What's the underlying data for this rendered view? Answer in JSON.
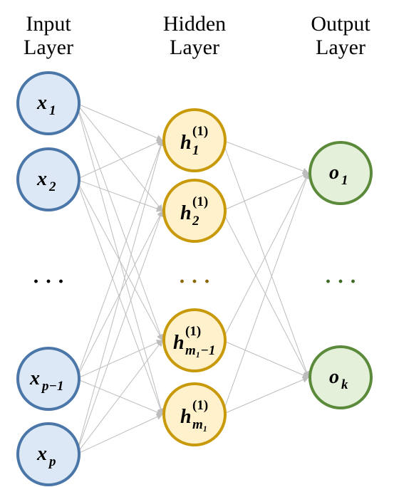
{
  "headers": {
    "input": [
      "Input",
      "Layer"
    ],
    "hidden": [
      "Hidden",
      "Layer"
    ],
    "output": [
      "Output",
      "Layer"
    ]
  },
  "layers": {
    "input": {
      "fill": "#dce8f6",
      "stroke": "#4a76a8",
      "nodes": [
        {
          "base": "x",
          "sub": "1",
          "sup": ""
        },
        {
          "base": "x",
          "sub": "2",
          "sup": ""
        },
        {
          "base": "x",
          "sub": "p−1",
          "sup": ""
        },
        {
          "base": "x",
          "sub": "p",
          "sup": ""
        }
      ],
      "ellipsis": "· · ·",
      "ellipsis_color": "#000000"
    },
    "hidden": {
      "fill": "#fff1cc",
      "stroke": "#c89a0a",
      "nodes": [
        {
          "base": "h",
          "sub": "1",
          "sup": "(1)"
        },
        {
          "base": "h",
          "sub": "2",
          "sup": "(1)"
        },
        {
          "base": "h",
          "sub": "m₁−1",
          "sup": "(1)"
        },
        {
          "base": "h",
          "sub": "m₁",
          "sup": "(1)"
        }
      ],
      "ellipsis": "· · ·",
      "ellipsis_color": "#8a6a00"
    },
    "output": {
      "fill": "#e4f0da",
      "stroke": "#5a8a3a",
      "nodes": [
        {
          "base": "o",
          "sub": "1",
          "sup": ""
        },
        {
          "base": "o",
          "sub": "k",
          "sup": ""
        }
      ],
      "ellipsis": "· · ·",
      "ellipsis_color": "#3f6b27"
    }
  },
  "edge_color": "#bdbdbd"
}
